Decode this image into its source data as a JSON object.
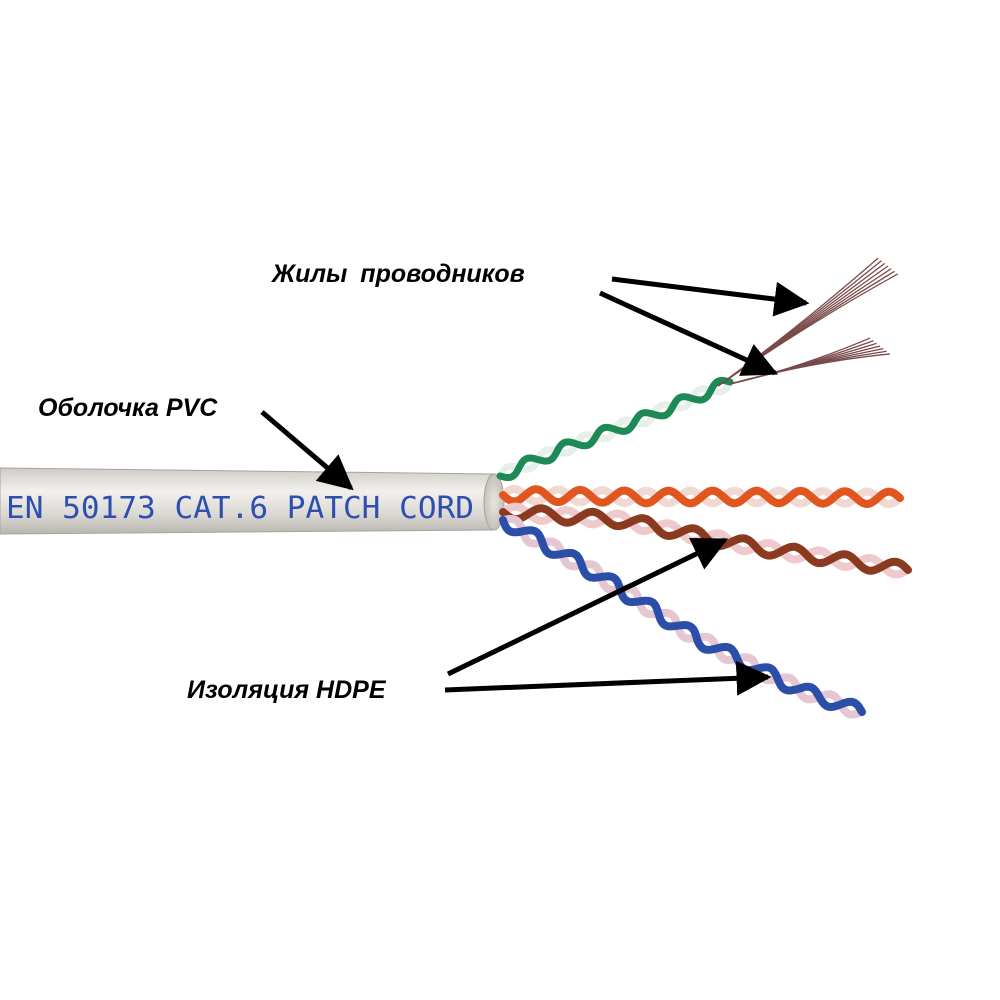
{
  "labels": {
    "conductors": "Жилы  проводников",
    "sheath": "Оболочка PVC",
    "insulation": "Изоляция HDPE"
  },
  "cable": {
    "jacket_print": "EN 50173 CAT.6 PATCH CORD",
    "jacket_color": "#dedbd6",
    "print_color": "#2e4fb0"
  },
  "pairs": [
    {
      "name": "green",
      "color": "#1d8a55",
      "stripe": "#e6efe9"
    },
    {
      "name": "orange",
      "color": "#e0561e",
      "stripe": "#f1d9d3"
    },
    {
      "name": "brown",
      "color": "#8a3a1e",
      "stripe": "#efc9cc"
    },
    {
      "name": "blue",
      "color": "#2b4fa8",
      "stripe": "#e5c7d4"
    }
  ],
  "colors": {
    "arrow": "#000000",
    "copper": "#7a4a4a"
  }
}
